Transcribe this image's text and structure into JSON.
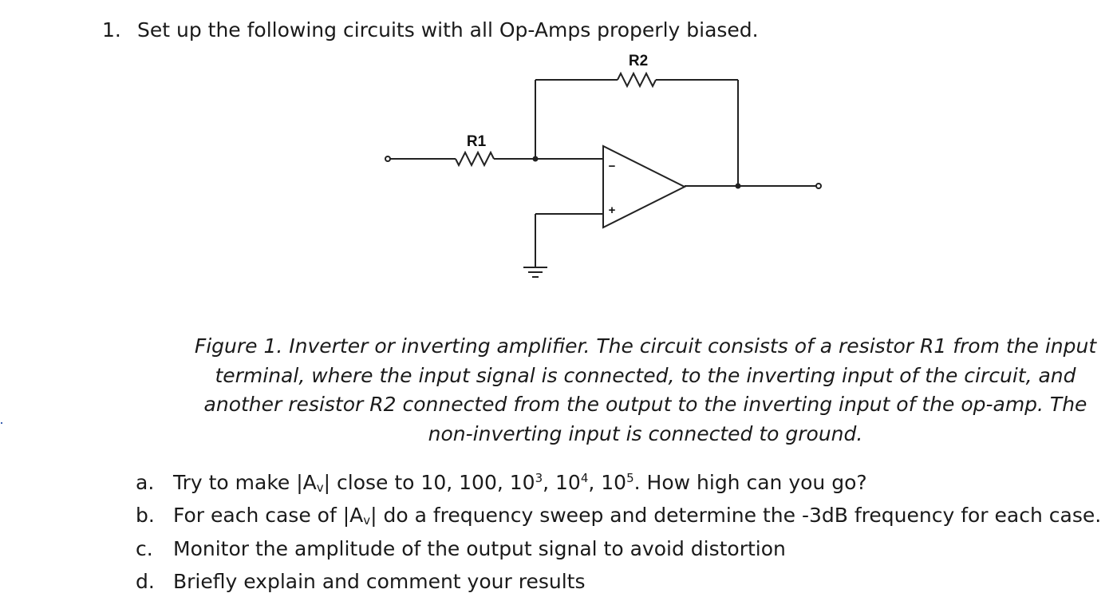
{
  "question": {
    "number": "1.",
    "text": "Set up the following circuits with all Op-Amps properly biased."
  },
  "circuit": {
    "resistors": [
      {
        "label": "R1"
      },
      {
        "label": "R2"
      }
    ],
    "opamp_pins": {
      "inverting": "−",
      "noninverting": "+"
    }
  },
  "caption": "Figure 1. Inverter or inverting amplifier. The circuit consists of a resistor R1 from the input terminal, where the input signal is connected, to the inverting input of the circuit, and another resistor R2 connected from the output to the inverting input of the op-amp. The non-inverting input is connected to ground.",
  "items": [
    {
      "letter": "a.",
      "pre": "Try to make |A",
      "sub": "v",
      "mid": "| close to 10, 100, 10",
      "e1": "3",
      "s1": ", 10",
      "e2": "4",
      "s2": ", 10",
      "e3": "5",
      "post": ".  How high can you go?"
    },
    {
      "letter": "b.",
      "pre": "For each case of |A",
      "sub": "v",
      "post": "| do a frequency sweep and determine the -3dB frequency for each case."
    },
    {
      "letter": "c.",
      "text": "Monitor the amplitude of the output signal to avoid distortion"
    },
    {
      "letter": "d.",
      "text": "Briefly explain and comment your results"
    }
  ]
}
